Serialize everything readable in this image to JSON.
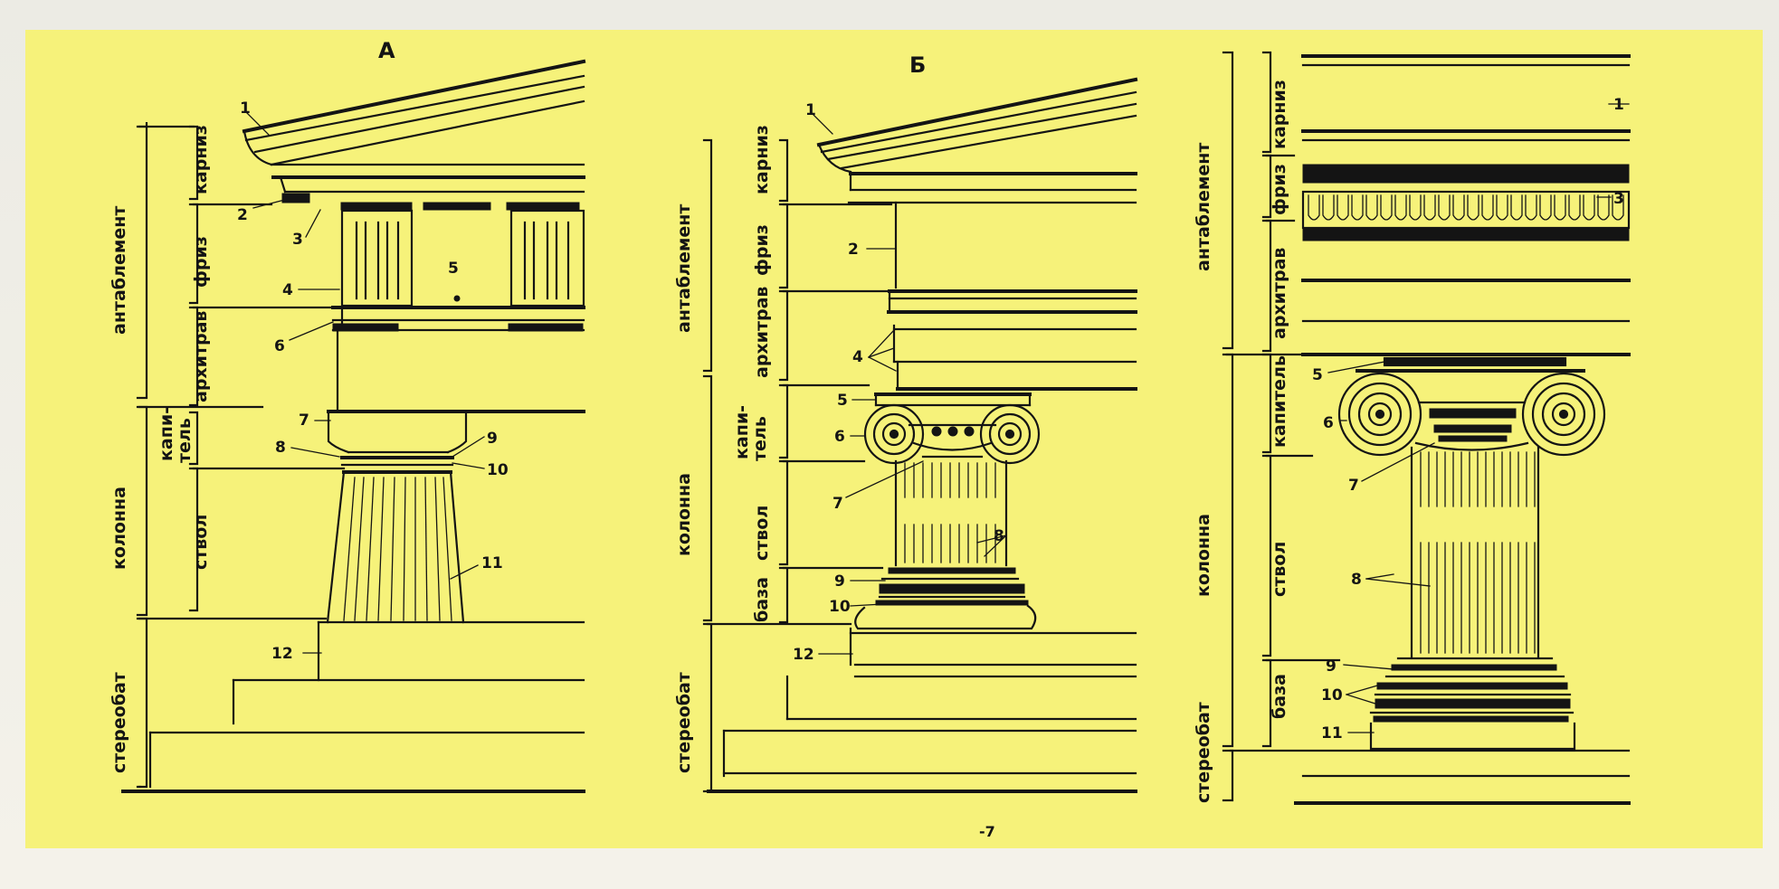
{
  "panels": {
    "A": {
      "title": "А",
      "brackets": {
        "entablature": "антаблемент",
        "cornice": "карниз",
        "frieze": "фриз",
        "architrave": "архитрав",
        "capital": "капи-\nтель",
        "column": "колонна",
        "shaft": "ствол",
        "stylobate": "стереобат"
      },
      "callouts": [
        "1",
        "2",
        "3",
        "4",
        "5",
        "6",
        "7",
        "8",
        "9",
        "10",
        "11",
        "12"
      ]
    },
    "B": {
      "title": "Б",
      "brackets": {
        "entablature": "антаблемент",
        "cornice": "карниз",
        "frieze": "фриз",
        "architrave": "архитрав",
        "capital": "капи-\nтель",
        "column": "колонна",
        "shaft": "ствол",
        "base": "база",
        "stylobate": "стереобат"
      },
      "callouts": [
        "1",
        "2",
        "4",
        "5",
        "6",
        "7",
        "8",
        "9",
        "10",
        "12"
      ]
    },
    "C": {
      "brackets": {
        "entablature": "антаблемент",
        "cornice": "карниз",
        "frieze": "фриз",
        "architrave": "архитрав",
        "capital": "капитель",
        "column": "колонна",
        "shaft": "ствол",
        "base": "база",
        "stylobate": "стереобат"
      },
      "callouts": [
        "1",
        "3",
        "5",
        "6",
        "7",
        "8",
        "9",
        "10",
        "11"
      ]
    }
  },
  "page_mark": "-7"
}
